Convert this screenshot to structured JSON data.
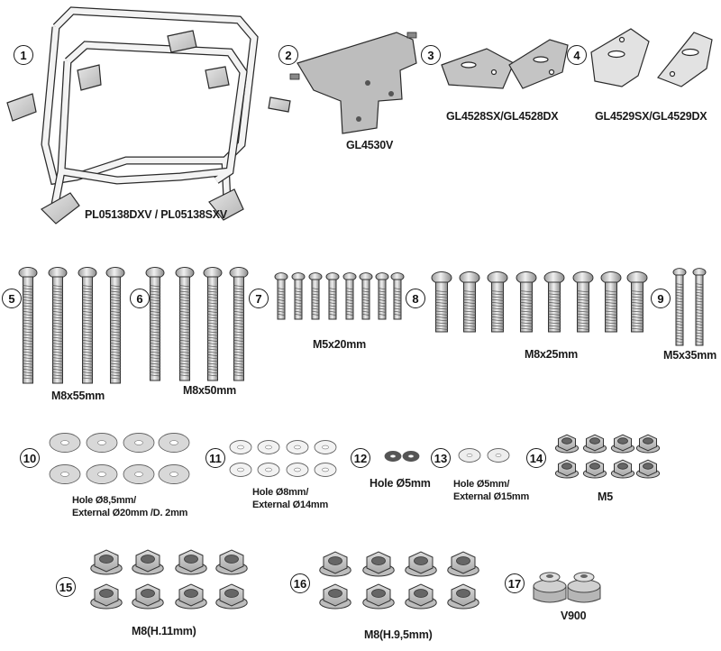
{
  "parts": [
    {
      "num": "1",
      "label": "PL05138DXV / PL05138SXV"
    },
    {
      "num": "2",
      "label": "GL4530V"
    },
    {
      "num": "3",
      "label": "GL4528SX/GL4528DX"
    },
    {
      "num": "4",
      "label": "GL4529SX/GL4529DX"
    },
    {
      "num": "5",
      "label": "M8x55mm"
    },
    {
      "num": "6",
      "label": "M8x50mm"
    },
    {
      "num": "7",
      "label": "M5x20mm"
    },
    {
      "num": "8",
      "label": "M8x25mm"
    },
    {
      "num": "9",
      "label": "M5x35mm"
    },
    {
      "num": "10",
      "label_line1": "Hole Ø8,5mm/",
      "label_line2": "External Ø20mm /D. 2mm"
    },
    {
      "num": "11",
      "label_line1": "Hole Ø8mm/",
      "label_line2": "External Ø14mm"
    },
    {
      "num": "12",
      "label": "Hole Ø5mm"
    },
    {
      "num": "13",
      "label_line1": "Hole Ø5mm/",
      "label_line2": "External Ø15mm"
    },
    {
      "num": "14",
      "label": "M5"
    },
    {
      "num": "15",
      "label": "M8(H.11mm)"
    },
    {
      "num": "16",
      "label": "M8(H.9,5mm)"
    },
    {
      "num": "17",
      "label": "V900"
    }
  ]
}
